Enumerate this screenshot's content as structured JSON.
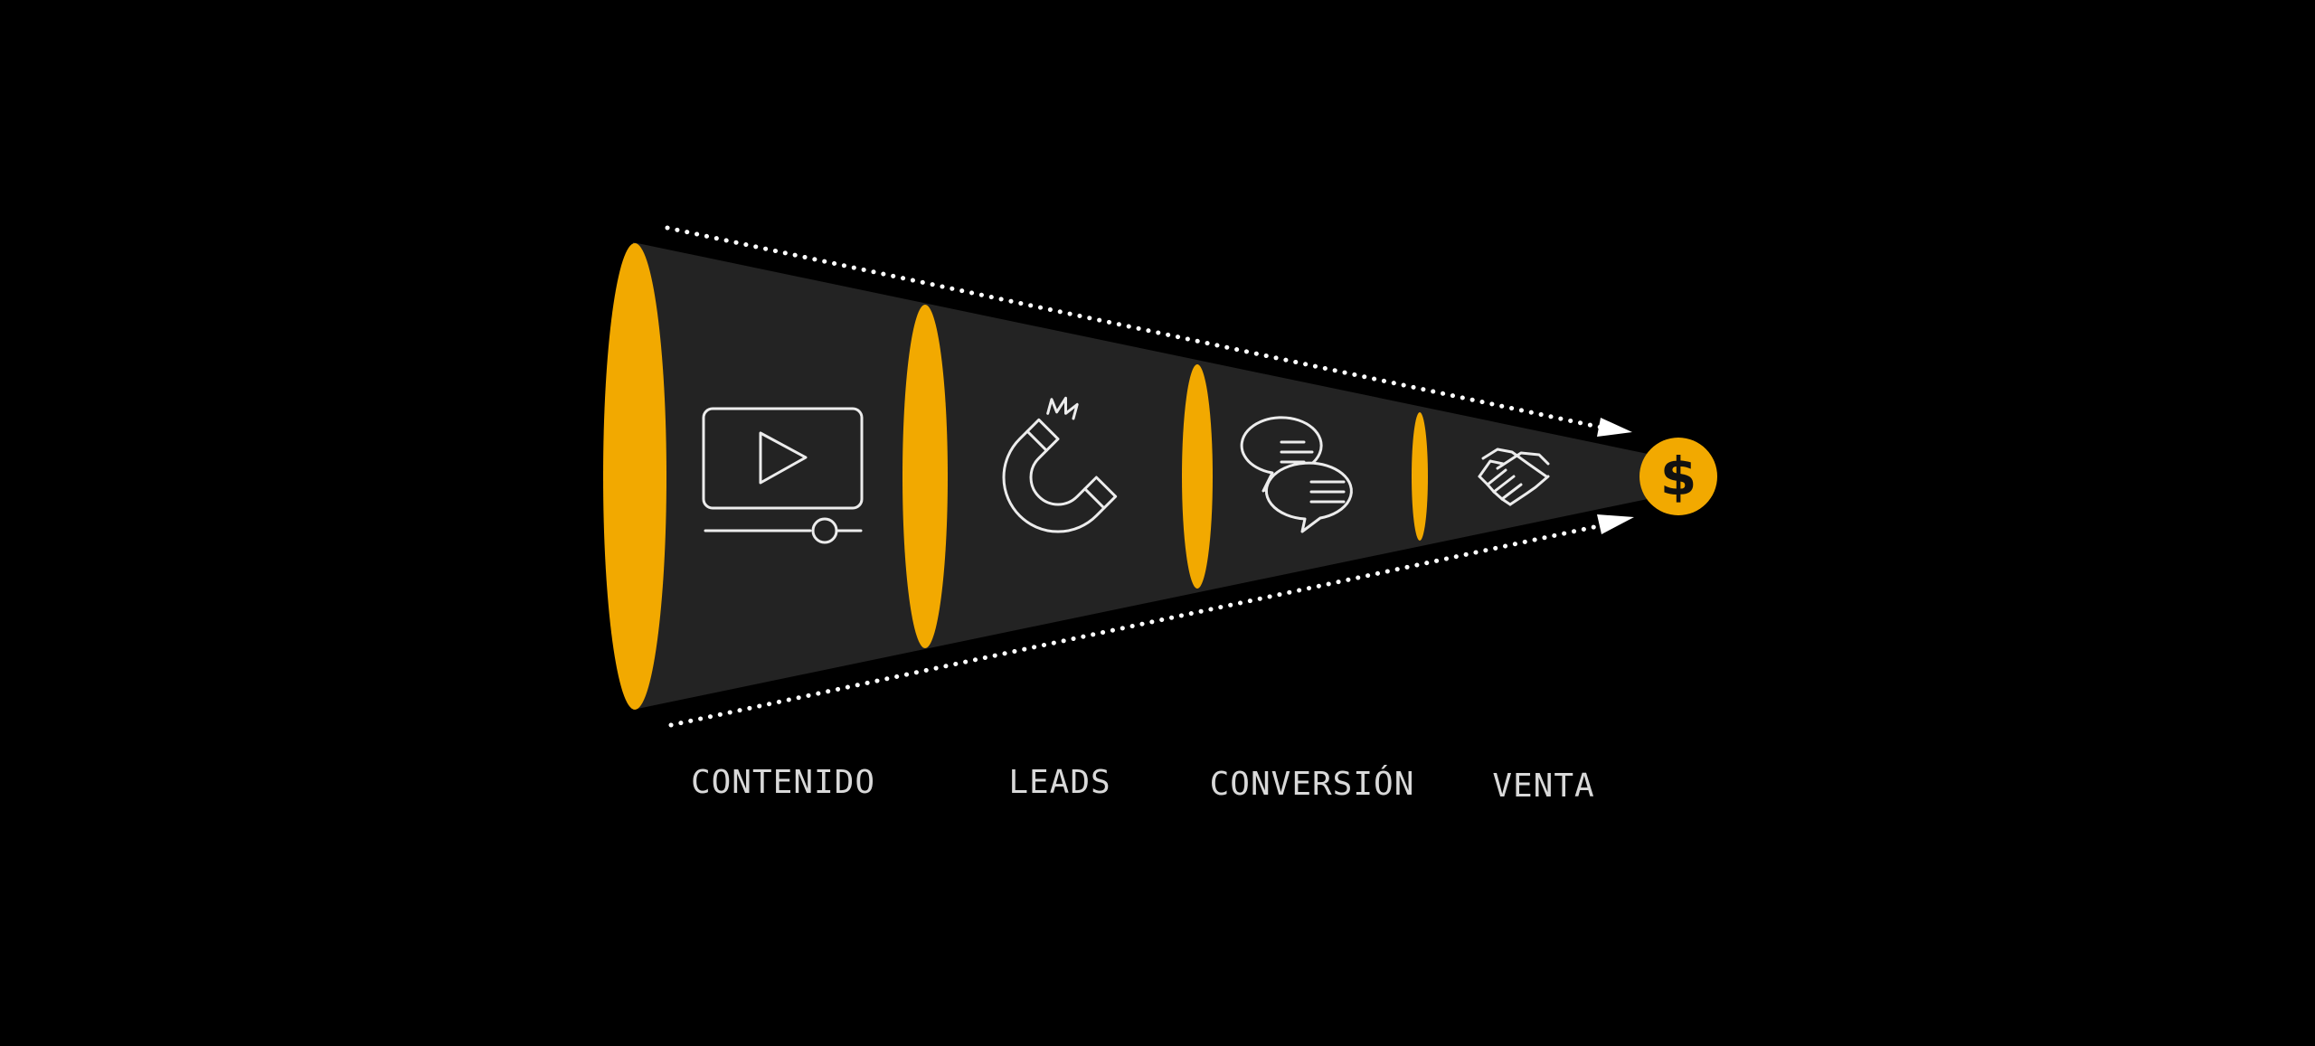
{
  "colors": {
    "background": "#000000",
    "funnel_body": "#232323",
    "accent": "#f2a900",
    "icon_stroke": "#ececec",
    "label_text": "#d9d9d9",
    "arrow": "#ffffff"
  },
  "stages": [
    {
      "id": "contenido",
      "label": "CONTENIDO",
      "icon": "video-play-icon"
    },
    {
      "id": "leads",
      "label": "LEADS",
      "icon": "magnet-icon"
    },
    {
      "id": "conversion",
      "label": "CONVERSIÓN",
      "icon": "chat-bubbles-icon"
    },
    {
      "id": "venta",
      "label": "VENTA",
      "icon": "handshake-icon"
    }
  ],
  "goal": {
    "symbol": "$",
    "icon": "dollar-coin-icon"
  },
  "arrows": {
    "style": "dotted",
    "direction": "converging-to-goal"
  }
}
